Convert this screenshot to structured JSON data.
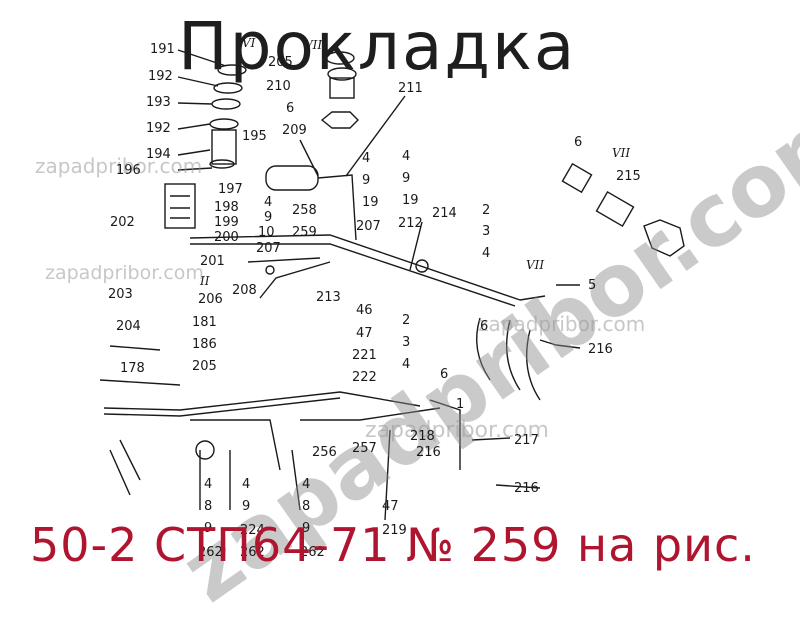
{
  "title": "Прокладка",
  "footer": "50-2 СТП64-71 № 259 на рис.",
  "watermarks": {
    "diagonal": "zapadpribor.com",
    "small": "zapadpribor.com"
  },
  "roman_marks": [
    "VI",
    "VII",
    "VII",
    "VII",
    "II"
  ],
  "part_labels": [
    "191",
    "192",
    "193",
    "192",
    "194",
    "196",
    "195",
    "205",
    "210",
    "6",
    "209",
    "211",
    "4",
    "9",
    "19",
    "207",
    "4",
    "9",
    "19",
    "212",
    "214",
    "2",
    "3",
    "4",
    "5",
    "6",
    "215",
    "216",
    "6",
    "197",
    "198",
    "199",
    "200",
    "201",
    "202",
    "203",
    "204",
    "206",
    "181",
    "186",
    "205",
    "178",
    "4",
    "9",
    "10",
    "207",
    "208",
    "258",
    "259",
    "213",
    "46",
    "47",
    "221",
    "222",
    "2",
    "3",
    "4",
    "6",
    "1",
    "218",
    "216",
    "217",
    "216",
    "256",
    "257",
    "47",
    "219",
    "4",
    "8",
    "9",
    "262",
    "4",
    "9",
    "224",
    "262",
    "4",
    "8",
    "9",
    "262"
  ],
  "colors": {
    "line": "#1a1a1a",
    "footer": "#b01530",
    "watermark": "#9a9a9a"
  }
}
